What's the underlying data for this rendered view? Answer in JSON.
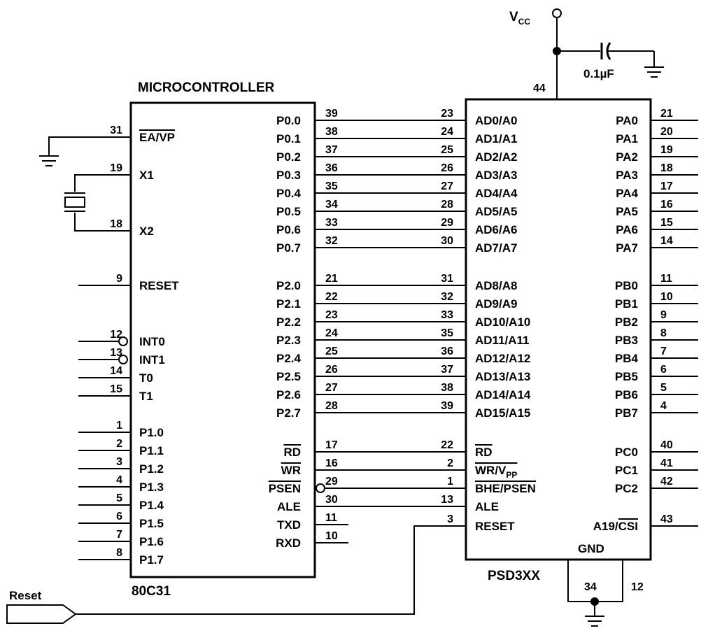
{
  "title": "MICROCONTROLLER",
  "mcu": {
    "part": "80C31",
    "left_pins": [
      {
        "num": "31",
        "label": "EA/VP",
        "overline": "EA"
      },
      {
        "num": "19",
        "label": "X1"
      },
      {
        "num": "18",
        "label": "X2"
      },
      {
        "num": "9",
        "label": "RESET"
      },
      {
        "num": "12",
        "label": "INT0"
      },
      {
        "num": "13",
        "label": "INT1"
      },
      {
        "num": "14",
        "label": "T0"
      },
      {
        "num": "15",
        "label": "T1"
      },
      {
        "num": "1",
        "label": "P1.0"
      },
      {
        "num": "2",
        "label": "P1.1"
      },
      {
        "num": "3",
        "label": "P1.2"
      },
      {
        "num": "4",
        "label": "P1.3"
      },
      {
        "num": "5",
        "label": "P1.4"
      },
      {
        "num": "6",
        "label": "P1.5"
      },
      {
        "num": "7",
        "label": "P1.6"
      },
      {
        "num": "8",
        "label": "P1.7"
      }
    ],
    "right_pins": [
      {
        "num": "39",
        "label": "P0.0"
      },
      {
        "num": "38",
        "label": "P0.1"
      },
      {
        "num": "37",
        "label": "P0.2"
      },
      {
        "num": "36",
        "label": "P0.3"
      },
      {
        "num": "35",
        "label": "P0.4"
      },
      {
        "num": "34",
        "label": "P0.5"
      },
      {
        "num": "33",
        "label": "P0.6"
      },
      {
        "num": "32",
        "label": "P0.7"
      },
      {
        "num": "21",
        "label": "P2.0"
      },
      {
        "num": "22",
        "label": "P2.1"
      },
      {
        "num": "23",
        "label": "P2.2"
      },
      {
        "num": "24",
        "label": "P2.3"
      },
      {
        "num": "25",
        "label": "P2.4"
      },
      {
        "num": "26",
        "label": "P2.5"
      },
      {
        "num": "27",
        "label": "P2.6"
      },
      {
        "num": "28",
        "label": "P2.7"
      },
      {
        "num": "17",
        "label": "RD",
        "overline": "RD"
      },
      {
        "num": "16",
        "label": "WR",
        "overline": "WR"
      },
      {
        "num": "29",
        "label": "PSEN",
        "overline": "PSEN"
      },
      {
        "num": "30",
        "label": "ALE"
      },
      {
        "num": "11",
        "label": "TXD"
      },
      {
        "num": "10",
        "label": "RXD"
      }
    ]
  },
  "psd": {
    "part": "PSD3XX",
    "vcc_label": "V",
    "vcc_sub": "CC",
    "vcc_pin": "44",
    "cap_label": "0.1µF",
    "gnd_label": "GND",
    "gnd_pins": [
      "34",
      "12"
    ],
    "left_pins": [
      {
        "num": "23",
        "label": "AD0/A0"
      },
      {
        "num": "24",
        "label": "AD1/A1"
      },
      {
        "num": "25",
        "label": "AD2/A2"
      },
      {
        "num": "26",
        "label": "AD3/A3"
      },
      {
        "num": "27",
        "label": "AD4/A4"
      },
      {
        "num": "28",
        "label": "AD5/A5"
      },
      {
        "num": "29",
        "label": "AD6/A6"
      },
      {
        "num": "30",
        "label": "AD7/A7"
      },
      {
        "num": "31",
        "label": "AD8/A8"
      },
      {
        "num": "32",
        "label": "AD9/A9"
      },
      {
        "num": "33",
        "label": "AD10/A10"
      },
      {
        "num": "35",
        "label": "AD11/A11"
      },
      {
        "num": "36",
        "label": "AD12/A12"
      },
      {
        "num": "37",
        "label": "AD13/A13"
      },
      {
        "num": "38",
        "label": "AD14/A14"
      },
      {
        "num": "39",
        "label": "AD15/A15"
      },
      {
        "num": "22",
        "label": "RD",
        "overline": "RD"
      },
      {
        "num": "2",
        "label": "WR/V",
        "sub": "PP",
        "overline": "WR/VPP"
      },
      {
        "num": "1",
        "label": "BHE/PSEN",
        "overline": "BHE/PSEN"
      },
      {
        "num": "13",
        "label": "ALE"
      },
      {
        "num": "3",
        "label": "RESET"
      }
    ],
    "right_pins": [
      {
        "num": "21",
        "label": "PA0"
      },
      {
        "num": "20",
        "label": "PA1"
      },
      {
        "num": "19",
        "label": "PA2"
      },
      {
        "num": "18",
        "label": "PA3"
      },
      {
        "num": "17",
        "label": "PA4"
      },
      {
        "num": "16",
        "label": "PA5"
      },
      {
        "num": "15",
        "label": "PA6"
      },
      {
        "num": "14",
        "label": "PA7"
      },
      {
        "num": "11",
        "label": "PB0"
      },
      {
        "num": "10",
        "label": "PB1"
      },
      {
        "num": "9",
        "label": "PB2"
      },
      {
        "num": "8",
        "label": "PB3"
      },
      {
        "num": "7",
        "label": "PB4"
      },
      {
        "num": "6",
        "label": "PB5"
      },
      {
        "num": "5",
        "label": "PB6"
      },
      {
        "num": "4",
        "label": "PB7"
      },
      {
        "num": "40",
        "label": "PC0"
      },
      {
        "num": "41",
        "label": "PC1"
      },
      {
        "num": "42",
        "label": "PC2"
      },
      {
        "num": "43",
        "label": "A19/CSI",
        "overline": "CSI"
      }
    ]
  },
  "reset_input": "Reset"
}
